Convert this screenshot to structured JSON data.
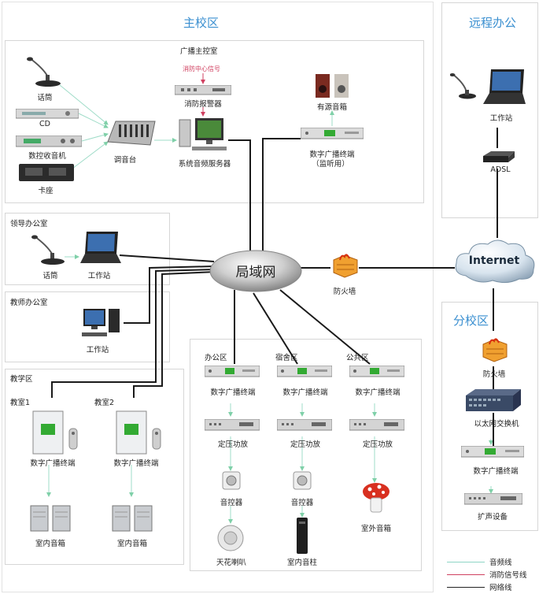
{
  "zones": {
    "main": "主校区",
    "remote": "远程办公",
    "branch": "分校区"
  },
  "rooms": {
    "control": "广播主控室",
    "leader": "领导办公室",
    "teacher": "教师办公室",
    "teaching": "教学区",
    "classroom1": "教室1",
    "classroom2": "教室2",
    "office_area": "办公区",
    "dorm_area": "宿舍区",
    "public_area": "公共区"
  },
  "devices": {
    "mic": "话筒",
    "cd": "CD",
    "radio": "数控收音机",
    "deck": "卡座",
    "mixer": "调音台",
    "fire_signal": "消防中心信号",
    "fire_alarm": "消防报警器",
    "server": "系统音频服务器",
    "powered_speaker": "有源音箱",
    "monitor_terminal_line1": "数字广播终端",
    "monitor_terminal_line2": "（监听用）",
    "leader_mic": "话筒",
    "leader_ws": "工作站",
    "teacher_ws": "工作站",
    "lan": "局域网",
    "firewall_main": "防火墙",
    "internet": "Internet",
    "remote_ws": "工作站",
    "adsl": "ADSL",
    "firewall_branch": "防火墙",
    "switch": "以太网交换机",
    "branch_terminal": "数字广播终端",
    "branch_speaker": "扩声设备",
    "class1_terminal": "数字广播终端",
    "class2_terminal": "数字广播终端",
    "class1_speaker": "室内音箱",
    "class2_speaker": "室内音箱",
    "office_terminal": "数字广播终端",
    "dorm_terminal": "数字广播终端",
    "public_terminal": "数字广播终端",
    "office_amp": "定压功放",
    "dorm_amp": "定压功放",
    "public_amp": "定压功放",
    "office_ctrl": "音控器",
    "dorm_ctrl": "音控器",
    "ceiling_speaker": "天花喇叭",
    "column_speaker": "室内音柱",
    "outdoor_speaker": "室外音箱"
  },
  "legend": [
    {
      "label": "音频线",
      "color": "#8ed6c6"
    },
    {
      "label": "消防信号线",
      "color": "#d04060"
    },
    {
      "label": "网络线",
      "color": "#222222"
    }
  ]
}
